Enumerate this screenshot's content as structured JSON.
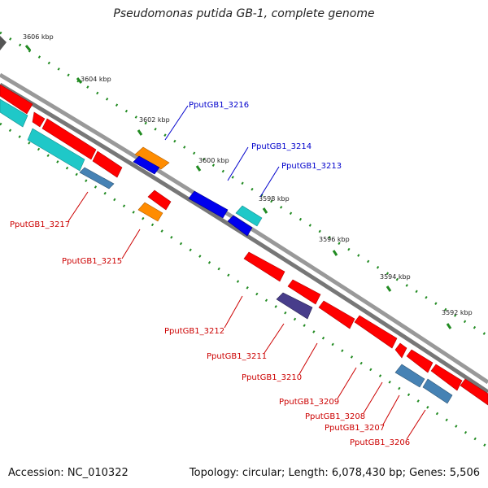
{
  "title": "Pseudomonas putida GB-1, complete genome",
  "footer": {
    "accession": "Accession: NC_010322",
    "topology": "Topology: circular; Length: 6,078,430 bp; Genes: 5,506"
  },
  "ruler": {
    "ticks": [
      {
        "label": "3606 kbp"
      },
      {
        "label": "3604 kbp"
      },
      {
        "label": "3602 kbp"
      },
      {
        "label": "3600 kbp"
      },
      {
        "label": "3598 kbp"
      },
      {
        "label": "3596 kbp"
      },
      {
        "label": "3594 kbp"
      },
      {
        "label": "3592 kbp"
      }
    ]
  },
  "colors": {
    "red": "#ff0000",
    "blue": "#0000ee",
    "orange": "#ff8c00",
    "cyan": "#1fc8c8",
    "steel": "#4682b4",
    "purple": "#483d8b",
    "ruler": "#228b22",
    "backbone": "#888888",
    "gray_block": "#666666",
    "label_blue": "#0000cc",
    "label_red": "#cc0000"
  },
  "gene_labels": {
    "top": [
      {
        "text": "PputGB1_3216"
      },
      {
        "text": "PputGB1_3214"
      },
      {
        "text": "PputGB1_3213"
      }
    ],
    "bottom": [
      {
        "text": "PputGB1_3217"
      },
      {
        "text": "PputGB1_3215"
      },
      {
        "text": "PputGB1_3212"
      },
      {
        "text": "PputGB1_3211"
      },
      {
        "text": "PputGB1_3210"
      },
      {
        "text": "PputGB1_3209"
      },
      {
        "text": "PputGB1_3208"
      },
      {
        "text": "PputGB1_3207"
      },
      {
        "text": "PputGB1_3206"
      }
    ]
  }
}
